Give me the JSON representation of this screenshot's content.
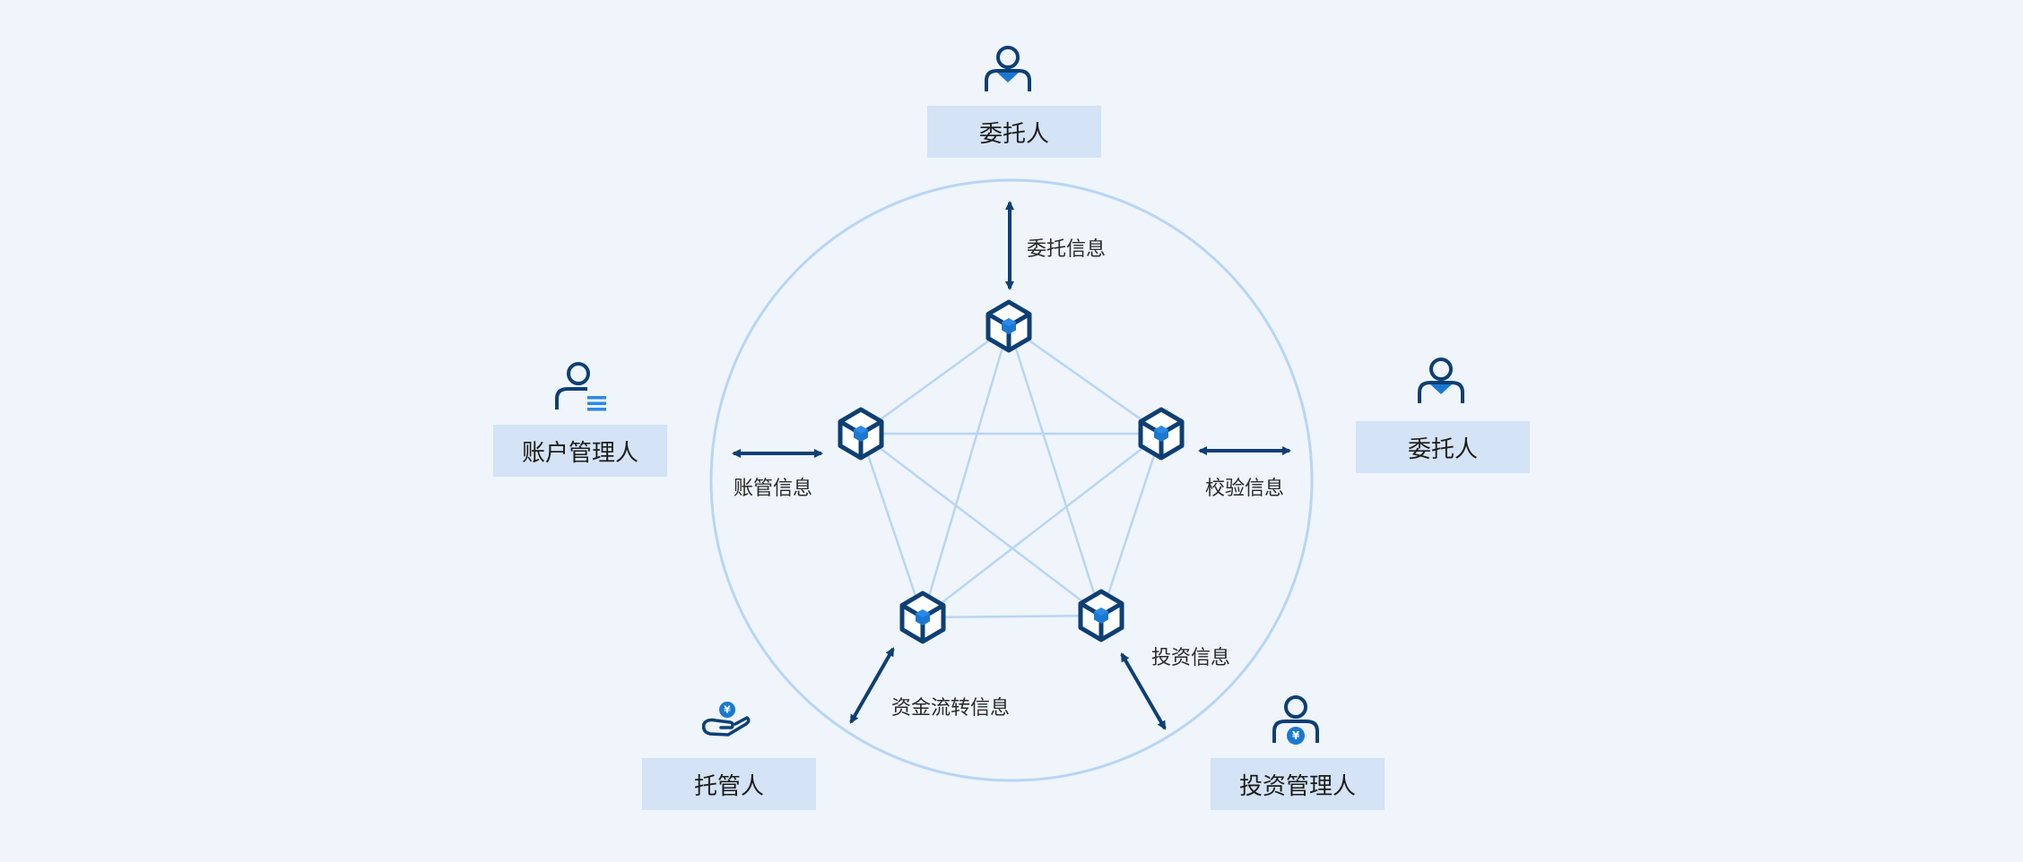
{
  "colors": {
    "background": "#eff5fb",
    "role_box": "#d4e3f5",
    "circle": "#b8d5f5",
    "mesh": "#b8d5f5",
    "dark_blue": "#0e3f73",
    "accent_blue": "#1b78d1",
    "bright_blue": "#2b8ae6"
  },
  "roles": {
    "top": {
      "label": "委托人",
      "icon": "person-tie-icon"
    },
    "right": {
      "label": "委托人",
      "icon": "person-tie-icon"
    },
    "left": {
      "label": "账户管理人",
      "icon": "person-list-icon"
    },
    "bottom_left": {
      "label": "托管人",
      "icon": "hand-coin-icon"
    },
    "bottom_right": {
      "label": "投资管理人",
      "icon": "person-coin-icon"
    }
  },
  "flows": {
    "top": "委托信息",
    "right": "校验信息",
    "left": "账管信息",
    "bottom_left": "资金流转信息",
    "bottom_right": "投资信息"
  },
  "icons": {
    "node": "cube-node-icon",
    "currency": "¥"
  }
}
